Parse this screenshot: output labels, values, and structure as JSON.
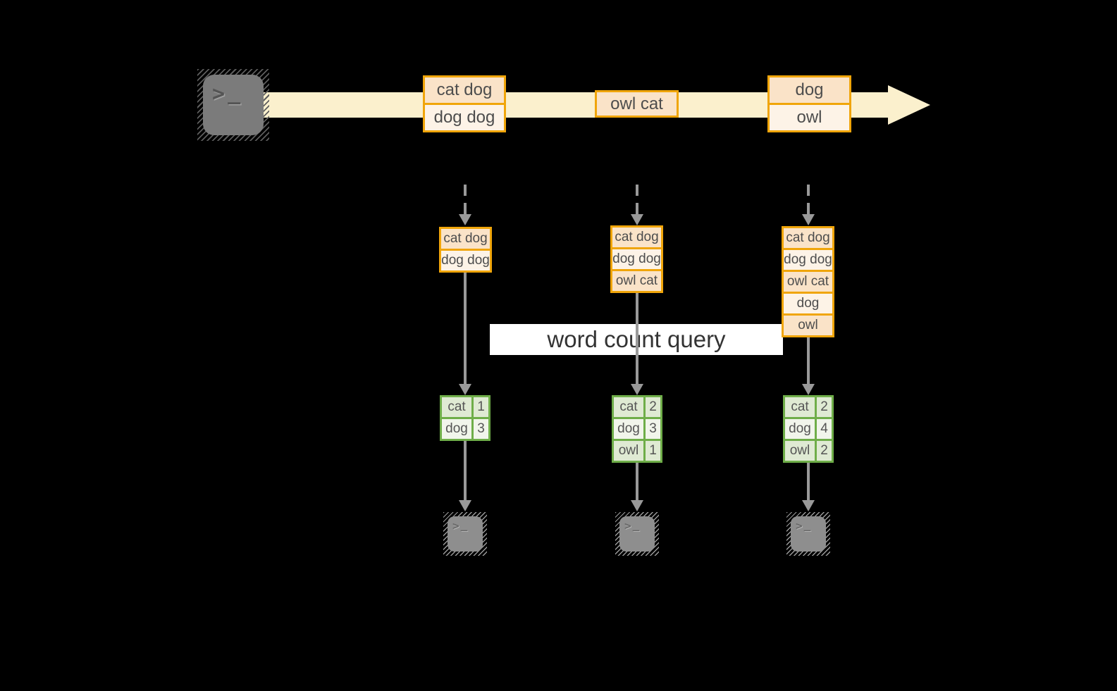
{
  "query_label": "word count query",
  "terminal_glyph": {
    "chevron": ">",
    "underscore": "_"
  },
  "colors": {
    "background": "#000000",
    "orange_border": "#f0a50a",
    "record_fill_peach": "#fae3c8",
    "record_fill_cream": "#fdf3e7",
    "stream_band": "#fbf0cd",
    "green_border": "#6fae49",
    "green_row_odd": "#dfead3",
    "green_row_even": "#f1f5eb",
    "arrow_gray": "#999999",
    "query_box": "#ffffff",
    "text": "#4d4d4d"
  },
  "stream_records": [
    {
      "cells": [
        {
          "text": "cat dog",
          "fill": "#fae3c8"
        },
        {
          "text": "dog dog",
          "fill": "#fdf3e7"
        }
      ]
    },
    {
      "cells": [
        {
          "text": "owl cat",
          "fill": "#fae3c8"
        }
      ]
    },
    {
      "cells": [
        {
          "text": "dog",
          "fill": "#fae3c8"
        },
        {
          "text": "owl",
          "fill": "#fdf3e7"
        }
      ]
    }
  ],
  "columns": [
    {
      "buffer": [
        {
          "text": "cat dog",
          "fill": "#fae3c8"
        },
        {
          "text": "dog dog",
          "fill": "#fdf3e7"
        }
      ],
      "result": [
        {
          "word": "cat",
          "count": "1"
        },
        {
          "word": "dog",
          "count": "3"
        }
      ]
    },
    {
      "buffer": [
        {
          "text": "cat dog",
          "fill": "#fae3c8"
        },
        {
          "text": "dog dog",
          "fill": "#fdf3e7"
        },
        {
          "text": "owl cat",
          "fill": "#fae3c8"
        }
      ],
      "result": [
        {
          "word": "cat",
          "count": "2"
        },
        {
          "word": "dog",
          "count": "3"
        },
        {
          "word": "owl",
          "count": "1"
        }
      ]
    },
    {
      "buffer": [
        {
          "text": "cat dog",
          "fill": "#fae3c8"
        },
        {
          "text": "dog dog",
          "fill": "#fdf3e7"
        },
        {
          "text": "owl cat",
          "fill": "#fae3c8"
        },
        {
          "text": "dog",
          "fill": "#fdf3e7"
        },
        {
          "text": "owl",
          "fill": "#fae3c8"
        }
      ],
      "result": [
        {
          "word": "cat",
          "count": "2"
        },
        {
          "word": "dog",
          "count": "4"
        },
        {
          "word": "owl",
          "count": "2"
        }
      ]
    }
  ]
}
